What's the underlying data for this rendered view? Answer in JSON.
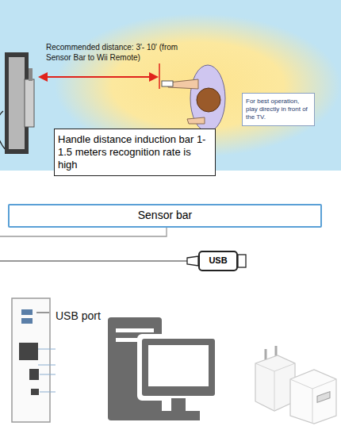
{
  "diagram": {
    "nodes": [
      {
        "text": [
          "For best operation, play directly in front of the TV."
        ]
      },
      {
        "text": [
          "Handle distance induction bar 1-1.5 meters recognition rate is high"
        ]
      },
      {
        "text": [
          "Sensor bar"
        ]
      },
      {
        "text": [
          "USB"
        ]
      }
    ],
    "labels": [
      "Recommended distance: 3'- 10' (from Sensor Bar to Wii Remote)",
      "USB port"
    ]
  }
}
